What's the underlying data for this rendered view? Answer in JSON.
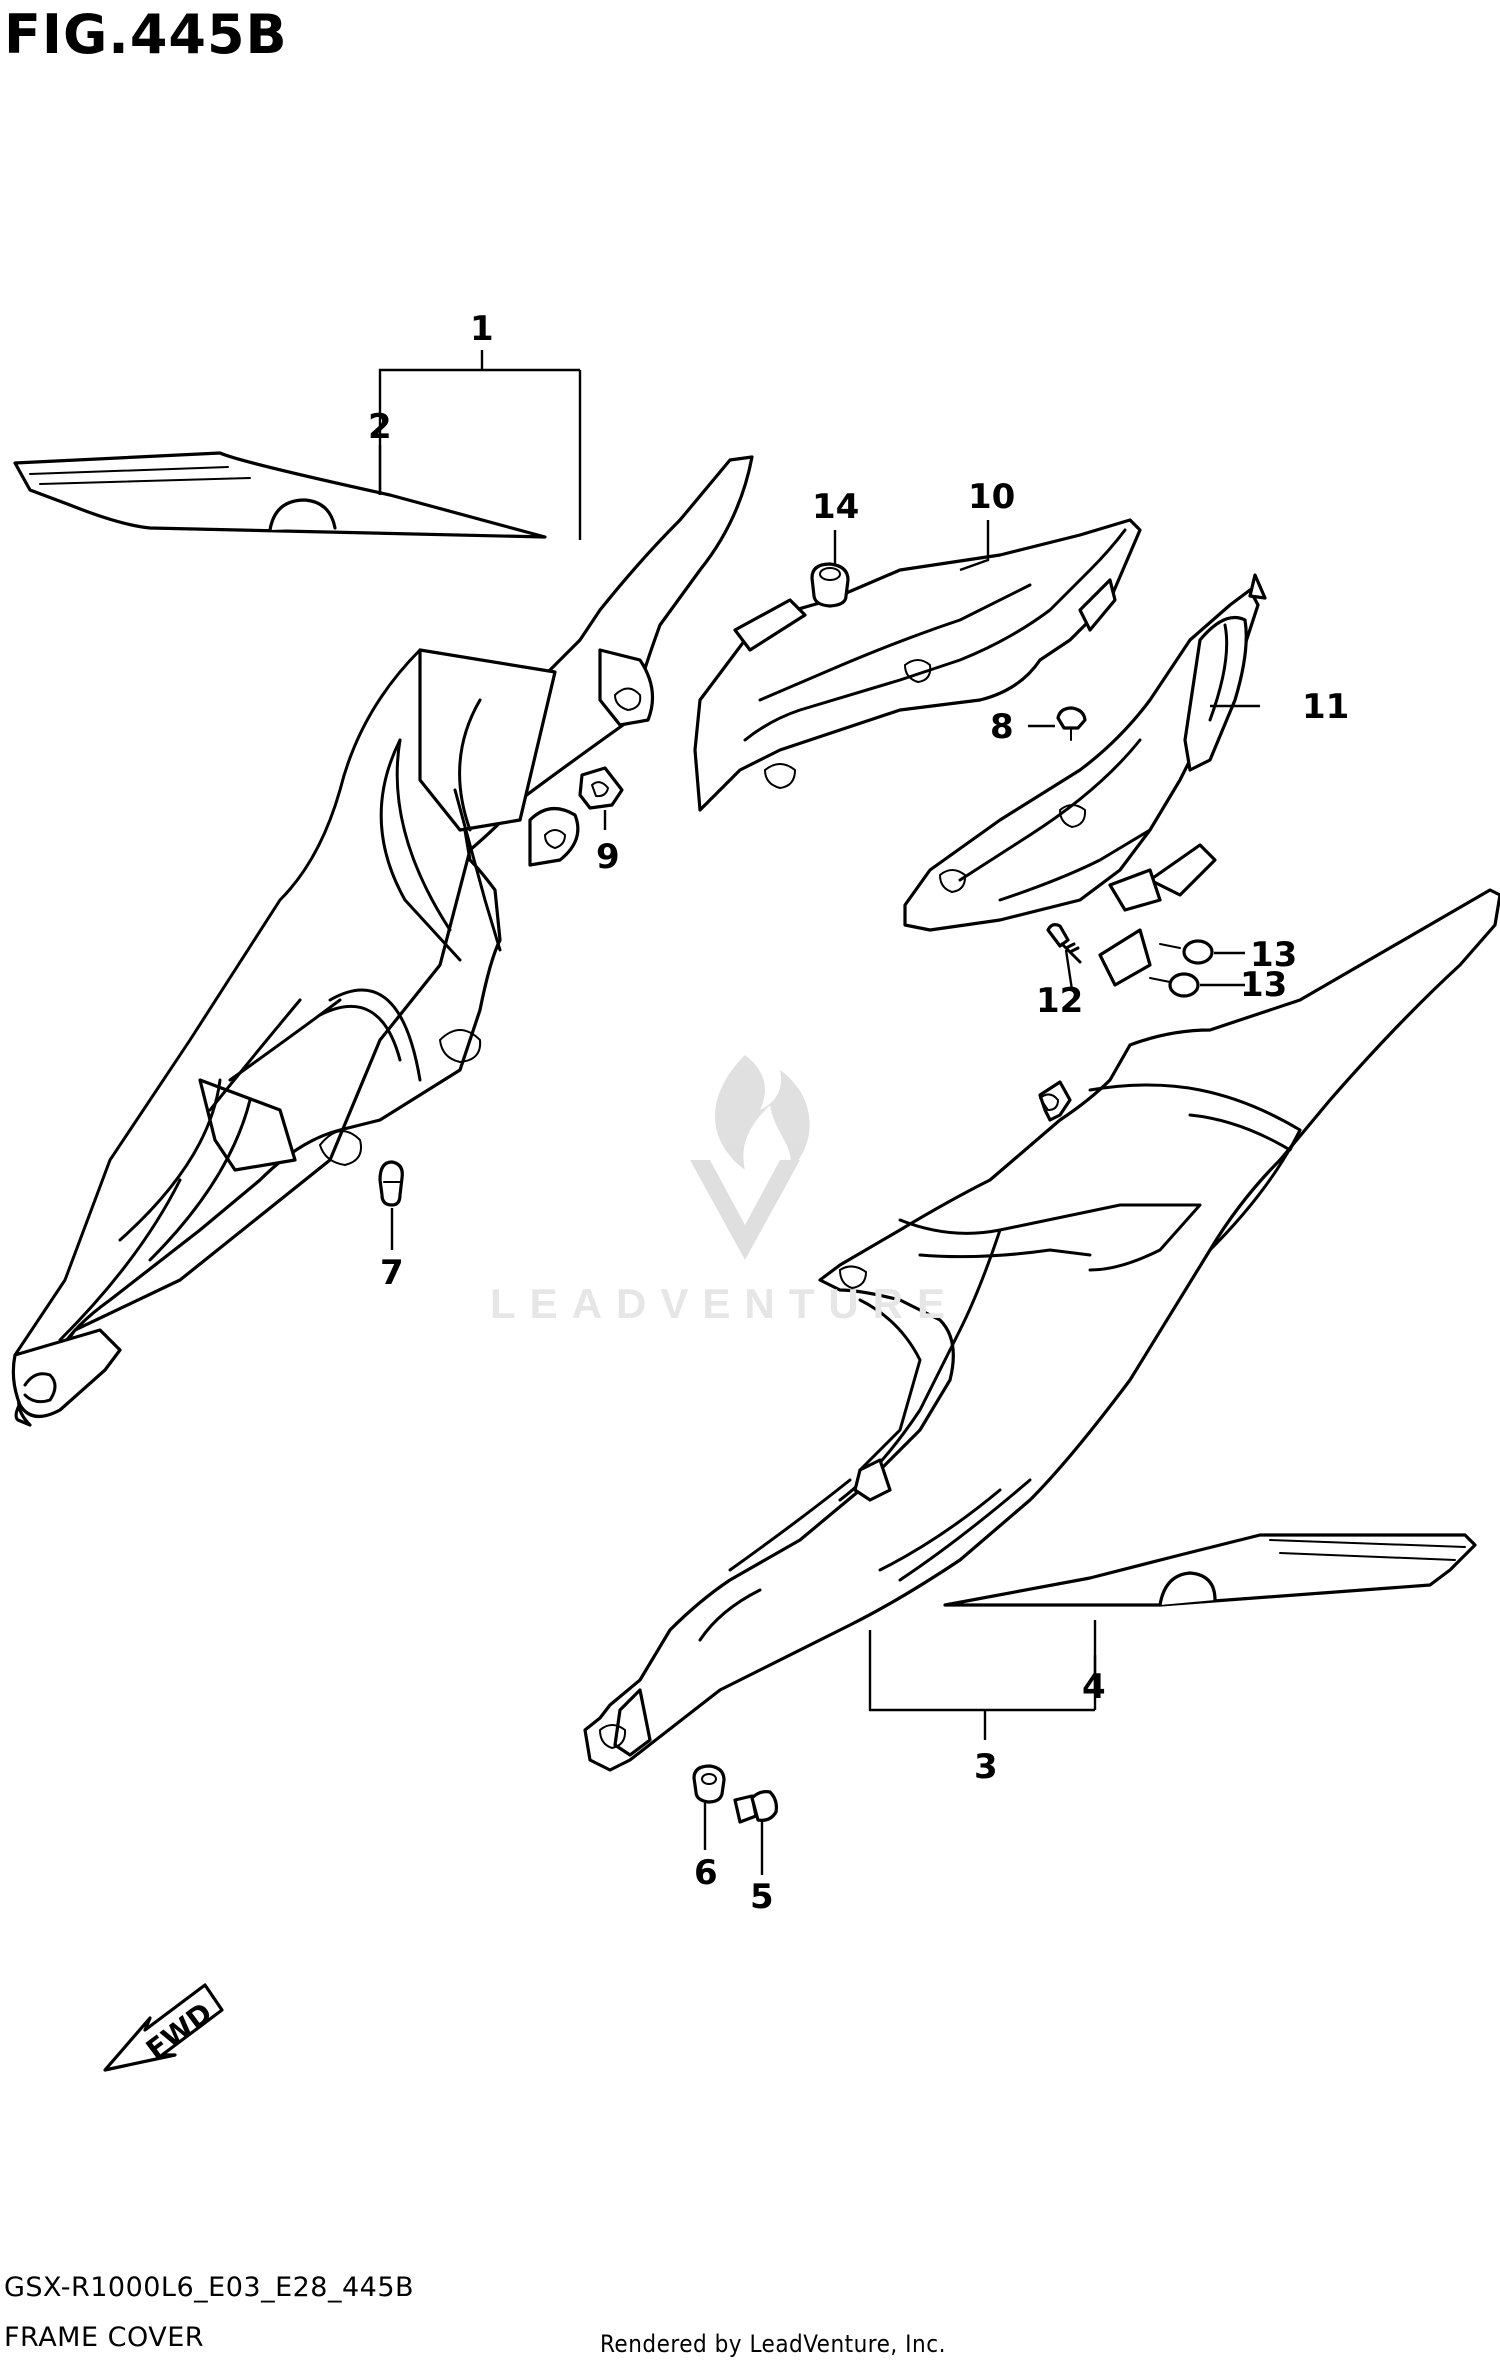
{
  "figure": {
    "title": "FIG.445B",
    "diagram_code": "GSX-R1000L6_E03_E28_445B",
    "diagram_name": "FRAME COVER",
    "rendered_by": "Rendered by LeadVenture, Inc.",
    "watermark": "LEADVENTURE"
  },
  "callouts": {
    "c1": "1",
    "c2": "2",
    "c3": "3",
    "c4": "4",
    "c5": "5",
    "c6": "6",
    "c7": "7",
    "c8": "8",
    "c9": "9",
    "c10": "10",
    "c11": "11",
    "c12": "12",
    "c13a": "13",
    "c13b": "13",
    "c14": "14"
  },
  "fwd_label": "FWD",
  "colors": {
    "line": "#000000",
    "background": "#ffffff",
    "watermark": "#e6e6e6"
  }
}
